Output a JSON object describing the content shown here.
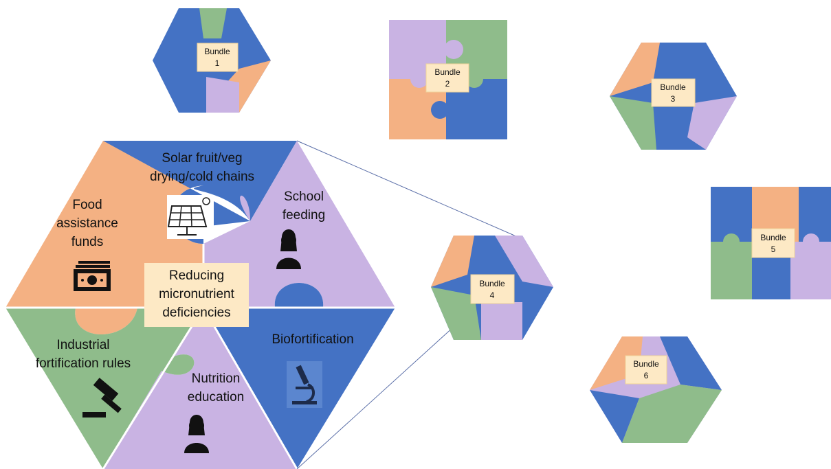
{
  "colors": {
    "blue": "#4472c4",
    "purple": "#c9b3e3",
    "green": "#8fbc8b",
    "orange": "#f4b183",
    "label_fill": "#fde9c5"
  },
  "bundles": [
    {
      "line1": "Bundle",
      "line2": "1"
    },
    {
      "line1": "Bundle",
      "line2": "2"
    },
    {
      "line1": "Bundle",
      "line2": "3"
    },
    {
      "line1": "Bundle",
      "line2": "4"
    },
    {
      "line1": "Bundle",
      "line2": "5"
    },
    {
      "line1": "Bundle",
      "line2": "6"
    }
  ],
  "main": {
    "center": [
      "Reducing",
      "micronutrient",
      "deficiencies"
    ],
    "pieces": {
      "solar": {
        "lines": [
          "Solar fruit/veg",
          "drying/cold chains"
        ],
        "icon": "solar-panel-icon"
      },
      "school": {
        "lines": [
          "School",
          "feeding"
        ],
        "icon": "person-icon"
      },
      "biofort": {
        "lines": [
          "Biofortification"
        ],
        "icon": "microscope-icon"
      },
      "nutrition": {
        "lines": [
          "Nutrition",
          "education"
        ],
        "icon": "person-icon"
      },
      "industrial": {
        "lines": [
          "Industrial",
          "fortification rules"
        ],
        "icon": "gavel-icon"
      },
      "food": {
        "lines": [
          "Food",
          "assistance",
          "funds"
        ],
        "icon": "money-icon"
      }
    }
  }
}
